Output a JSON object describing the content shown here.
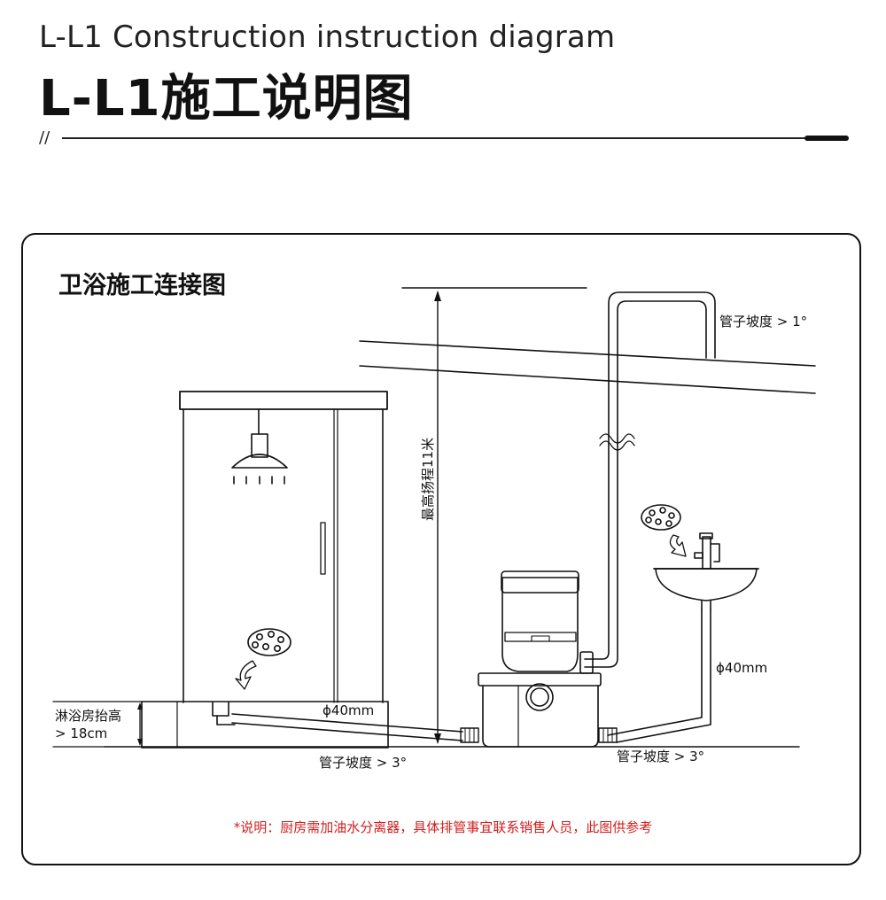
{
  "header": {
    "title_en": "L-L1 Construction instruction diagram",
    "title_cn": "L-L1施工说明图",
    "divider_mark": "//"
  },
  "panel": {
    "title": "卫浴施工连接图",
    "labels": {
      "max_head": "最高扬程11米",
      "slope_top": "管子坡度 > 1°",
      "pipe_right": "ϕ40mm",
      "pipe_left": "ϕ40mm",
      "shower_raise_line1": "淋浴房抬高",
      "shower_raise_line2": "> 18cm",
      "slope_bottom_left": "管子坡度 > 3°",
      "slope_bottom_right": "管子坡度 > 3°"
    },
    "note": "*说明：厨房需加油水分离器，具体排管事宜联系销售人员，此图供参考"
  },
  "colors": {
    "line": "#111111",
    "note": "#d21f1f",
    "background": "#ffffff"
  }
}
